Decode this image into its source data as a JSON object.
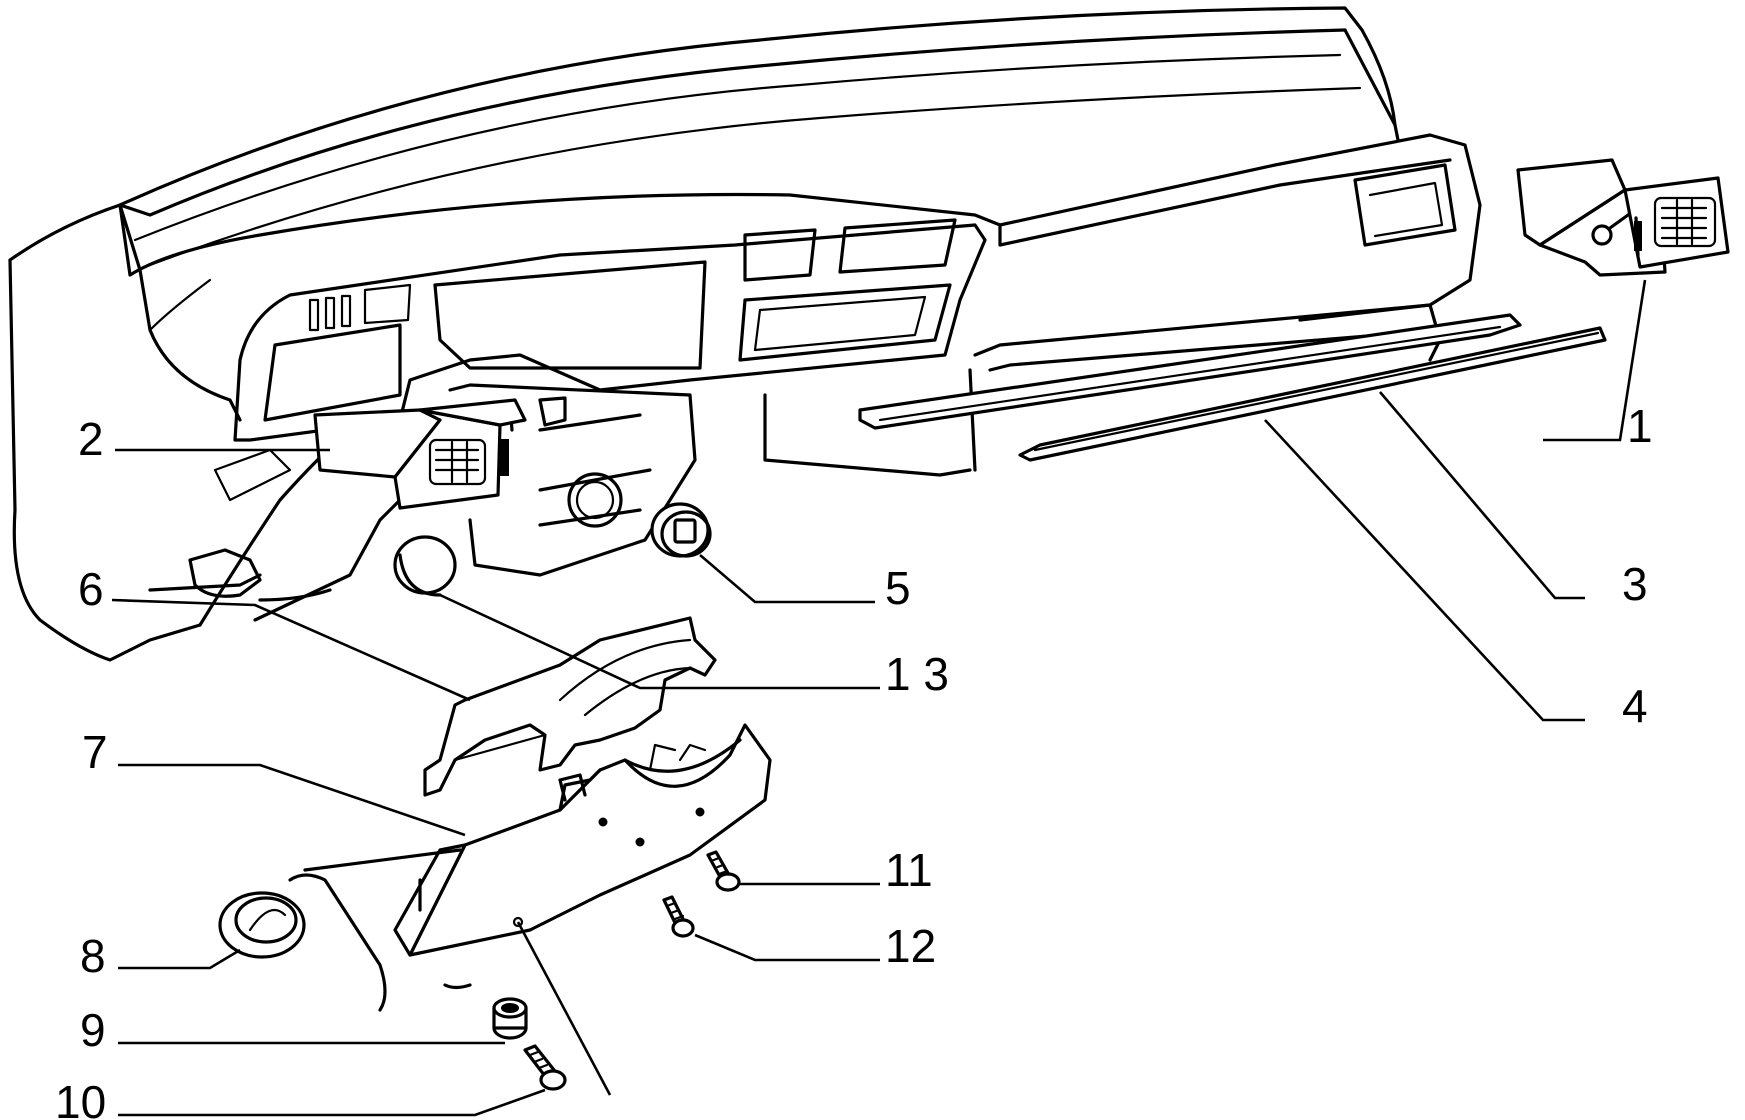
{
  "callouts": [
    {
      "id": "1",
      "text": "1"
    },
    {
      "id": "2",
      "text": "2"
    },
    {
      "id": "3",
      "text": "3"
    },
    {
      "id": "4",
      "text": "4"
    },
    {
      "id": "5",
      "text": "5"
    },
    {
      "id": "6",
      "text": "6"
    },
    {
      "id": "7",
      "text": "7"
    },
    {
      "id": "8",
      "text": "8"
    },
    {
      "id": "9",
      "text": "9"
    },
    {
      "id": "10",
      "text": "10"
    },
    {
      "id": "11",
      "text": "11"
    },
    {
      "id": "12",
      "text": "12"
    },
    {
      "id": "13",
      "text": "1 3"
    }
  ]
}
